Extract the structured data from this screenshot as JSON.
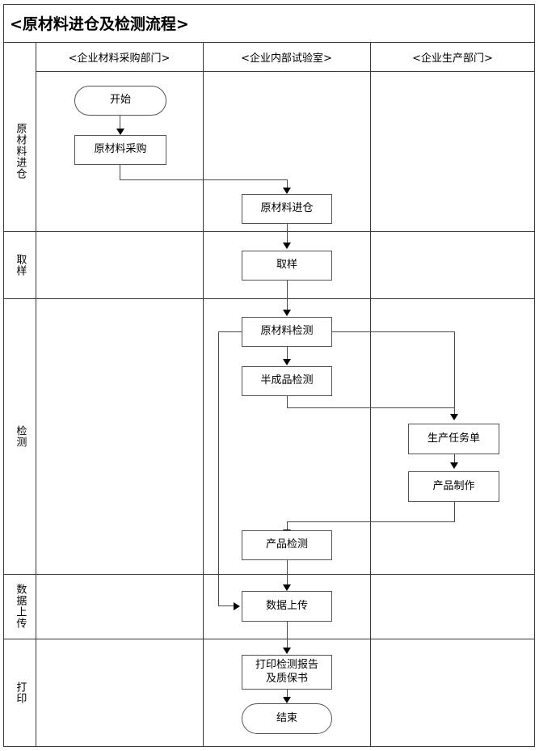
{
  "diagram": {
    "title": "<原材料进仓及检测流程>",
    "type": "flowchart-swimlane",
    "columns": [
      {
        "id": "purchasing",
        "label": "<企业材料采购部门>"
      },
      {
        "id": "laboratory",
        "label": "<企业内部试验室>"
      },
      {
        "id": "production",
        "label": "<企业生产部门>"
      }
    ],
    "rows": [
      {
        "id": "intake",
        "label": "原材料进仓"
      },
      {
        "id": "sampling",
        "label": "取样"
      },
      {
        "id": "testing",
        "label": "检测"
      },
      {
        "id": "data-upload",
        "label": "数据上传"
      },
      {
        "id": "printing",
        "label": "打印"
      }
    ],
    "nodes": [
      {
        "id": "start",
        "label": "开始",
        "shape": "oval",
        "column": "purchasing",
        "row": "intake"
      },
      {
        "id": "raw-material-purchase",
        "label": "原材料采购",
        "shape": "rect",
        "column": "purchasing",
        "row": "intake"
      },
      {
        "id": "raw-material-intake",
        "label": "原材料进仓",
        "shape": "rect",
        "column": "laboratory",
        "row": "intake"
      },
      {
        "id": "sampling",
        "label": "取样",
        "shape": "rect",
        "column": "laboratory",
        "row": "sampling"
      },
      {
        "id": "raw-material-test",
        "label": "原材料检测",
        "shape": "rect",
        "column": "laboratory",
        "row": "testing"
      },
      {
        "id": "semi-finished-test",
        "label": "半成品检测",
        "shape": "rect",
        "column": "laboratory",
        "row": "testing"
      },
      {
        "id": "production-order",
        "label": "生产任务单",
        "shape": "rect",
        "column": "production",
        "row": "testing"
      },
      {
        "id": "product-manufacture",
        "label": "产品制作",
        "shape": "rect",
        "column": "production",
        "row": "testing"
      },
      {
        "id": "product-test",
        "label": "产品检测",
        "shape": "rect",
        "column": "laboratory",
        "row": "testing"
      },
      {
        "id": "data-upload",
        "label": "数据上传",
        "shape": "rect",
        "column": "laboratory",
        "row": "data-upload"
      },
      {
        "id": "print-report",
        "label": "打印检测报告\n及质保书",
        "shape": "rect",
        "column": "laboratory",
        "row": "printing"
      },
      {
        "id": "end",
        "label": "结束",
        "shape": "oval",
        "column": "laboratory",
        "row": "printing"
      }
    ],
    "edges": [
      {
        "from": "start",
        "to": "raw-material-purchase"
      },
      {
        "from": "raw-material-purchase",
        "to": "raw-material-intake"
      },
      {
        "from": "raw-material-intake",
        "to": "sampling"
      },
      {
        "from": "sampling",
        "to": "raw-material-test"
      },
      {
        "from": "raw-material-test",
        "to": "semi-finished-test"
      },
      {
        "from": "raw-material-test",
        "to": "production-order"
      },
      {
        "from": "raw-material-test",
        "to": "data-upload"
      },
      {
        "from": "semi-finished-test",
        "to": "production-order"
      },
      {
        "from": "production-order",
        "to": "product-manufacture"
      },
      {
        "from": "product-manufacture",
        "to": "product-test"
      },
      {
        "from": "product-test",
        "to": "data-upload"
      },
      {
        "from": "data-upload",
        "to": "print-report"
      },
      {
        "from": "print-report",
        "to": "end"
      }
    ],
    "colors": {
      "border": "#3a3a3a",
      "node_border": "#555555",
      "connector": "#4a4a4a",
      "background": "#ffffff",
      "text": "#000000"
    }
  }
}
